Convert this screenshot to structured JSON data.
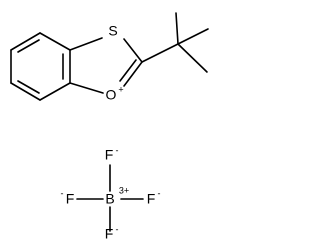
{
  "cation": {
    "sulfur": "S",
    "oxygen": "O",
    "oxygen_charge": "+"
  },
  "anion": {
    "boron": "B",
    "boron_charge": "3+",
    "fluorine_top": "F",
    "fluorine_top_charge": "-",
    "fluorine_left": "F",
    "fluorine_left_charge": "-",
    "fluorine_right": "F",
    "fluorine_right_charge": "-",
    "fluorine_bottom": "F",
    "fluorine_bottom_charge": "-"
  }
}
